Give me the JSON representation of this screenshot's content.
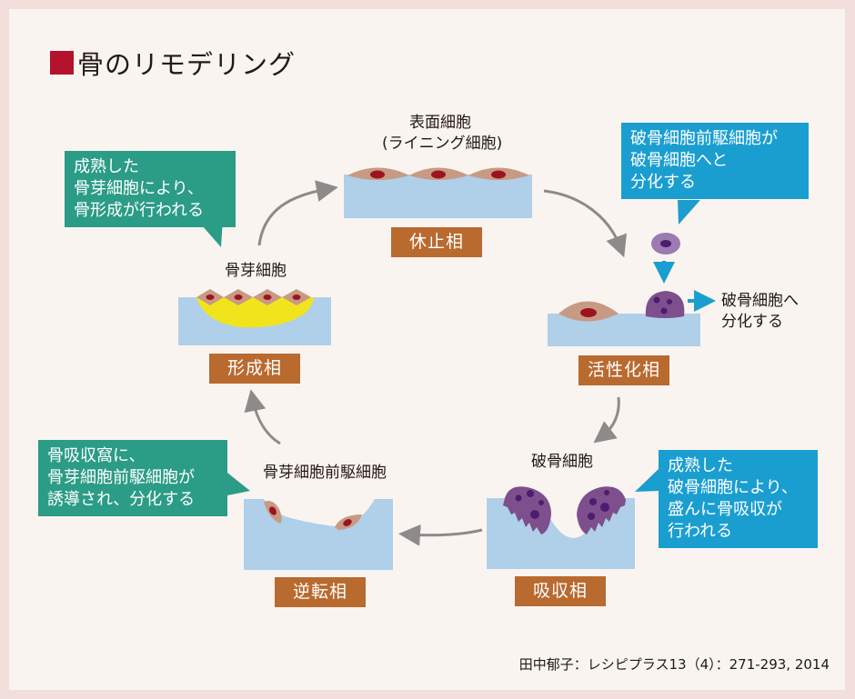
{
  "title": "骨のリモデリング",
  "colors": {
    "accent": "#b5122e",
    "phase_box": "#b96a2f",
    "green_bubble": "#2b9c86",
    "blue_bubble": "#1a9ed0",
    "bone": "#b0cfe9",
    "osteoblast": "#c89a83",
    "nucleus": "#9c1420",
    "osteoclast": "#7d4f8c",
    "new_bone": "#f2e41c",
    "arrow": "#8d8b8a"
  },
  "phases": [
    {
      "id": "rest",
      "name": "休止相",
      "cell_label": "表面細胞\n(ライニング細胞)",
      "cell_label_lines": [
        "表面細胞",
        "(ライニング細胞)"
      ]
    },
    {
      "id": "activation",
      "name": "活性化相",
      "side_note_lines": [
        "破骨細胞へ",
        "分化する"
      ]
    },
    {
      "id": "resorption",
      "name": "吸収相",
      "cell_label": "破骨細胞"
    },
    {
      "id": "reversal",
      "name": "逆転相",
      "cell_label": "骨芽細胞前駆細胞"
    },
    {
      "id": "formation",
      "name": "形成相",
      "cell_label": "骨芽細胞"
    }
  ],
  "callouts": {
    "formation": [
      "成熟した",
      "骨芽細胞により、",
      "骨形成が行われる"
    ],
    "activation": [
      "破骨細胞前駆細胞が",
      "破骨細胞へと",
      "分化する"
    ],
    "resorption": [
      "成熟した",
      "破骨細胞により、",
      "盛んに骨吸収が",
      "行われる"
    ],
    "reversal": [
      "骨吸収窩に、",
      "骨芽細胞前駆細胞が",
      "誘導され、分化する"
    ]
  },
  "citation": "田中郁子：レシピプラス13（4）：271-293, 2014"
}
